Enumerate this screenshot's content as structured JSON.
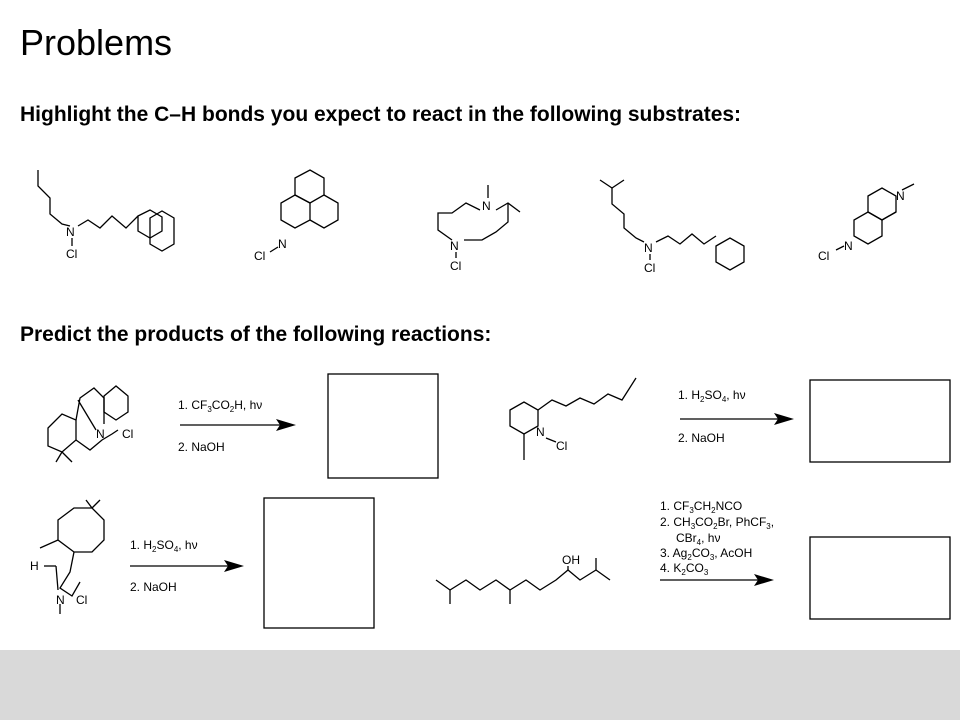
{
  "title": "Problems",
  "section1": {
    "heading": "Highlight the C–H bonds you expect to react in the following substrates:",
    "atom_labels": {
      "n": "N",
      "cl": "Cl"
    }
  },
  "section2": {
    "heading": "Predict the products of the following reactions:",
    "reactions": [
      {
        "step1": [
          "1. CF",
          "3",
          "CO",
          "2",
          "H, hν"
        ],
        "step2": "2. NaOH",
        "labels": {
          "n": "N",
          "cl": "Cl"
        }
      },
      {
        "step1": [
          "1. H",
          "2",
          "SO",
          "4",
          ", hν"
        ],
        "step2": "2. NaOH",
        "labels": {
          "n": "N",
          "cl": "Cl"
        }
      },
      {
        "step1": [
          "1. H",
          "2",
          "SO",
          "4",
          ", hν"
        ],
        "step2": "2. NaOH",
        "labels": {
          "h": "H",
          "n": "N",
          "cl": "Cl"
        }
      },
      {
        "steps": {
          "s1": [
            "1. CF",
            "3",
            "CH",
            "2",
            "NCO"
          ],
          "s2": [
            "2. CH",
            "3",
            "CO",
            "2",
            "Br, PhCF",
            "3",
            ","
          ],
          "s2b": [
            "CBr",
            "4",
            ", hν"
          ],
          "s3": [
            "3. Ag",
            "2",
            "CO",
            "3",
            ", AcOH"
          ],
          "s4": [
            "4. K",
            "2",
            "CO",
            "3"
          ]
        },
        "labels": {
          "oh": "OH"
        }
      }
    ]
  }
}
